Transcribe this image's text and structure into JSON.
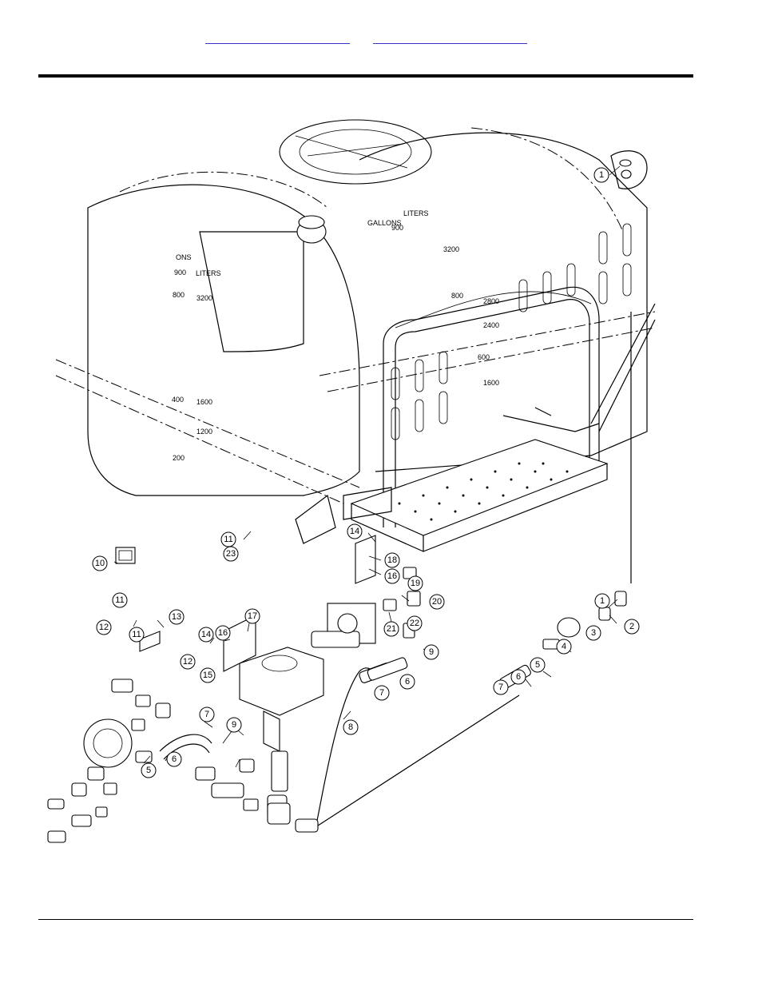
{
  "header": {
    "links": [
      "",
      ""
    ]
  },
  "figure": {
    "tank_scale_front": {
      "headers": [
        "ONS",
        "LITERS"
      ],
      "marks": [
        "900",
        "3200",
        "800",
        "400",
        "1600",
        "1200",
        "200"
      ]
    },
    "tank_scale_side": {
      "headers": [
        "GALLONS",
        "LITERS"
      ],
      "marks": [
        "900",
        "3200",
        "800",
        "2800",
        "2400",
        "600",
        "1600"
      ]
    },
    "callouts": [
      "1",
      "1",
      "2",
      "3",
      "4",
      "5",
      "5",
      "6",
      "6",
      "6",
      "7",
      "7",
      "7",
      "8",
      "9",
      "9",
      "10",
      "11",
      "11",
      "11",
      "12",
      "12",
      "13",
      "14",
      "14",
      "15",
      "16",
      "16",
      "17",
      "18",
      "19",
      "20",
      "21",
      "22",
      "23"
    ]
  }
}
